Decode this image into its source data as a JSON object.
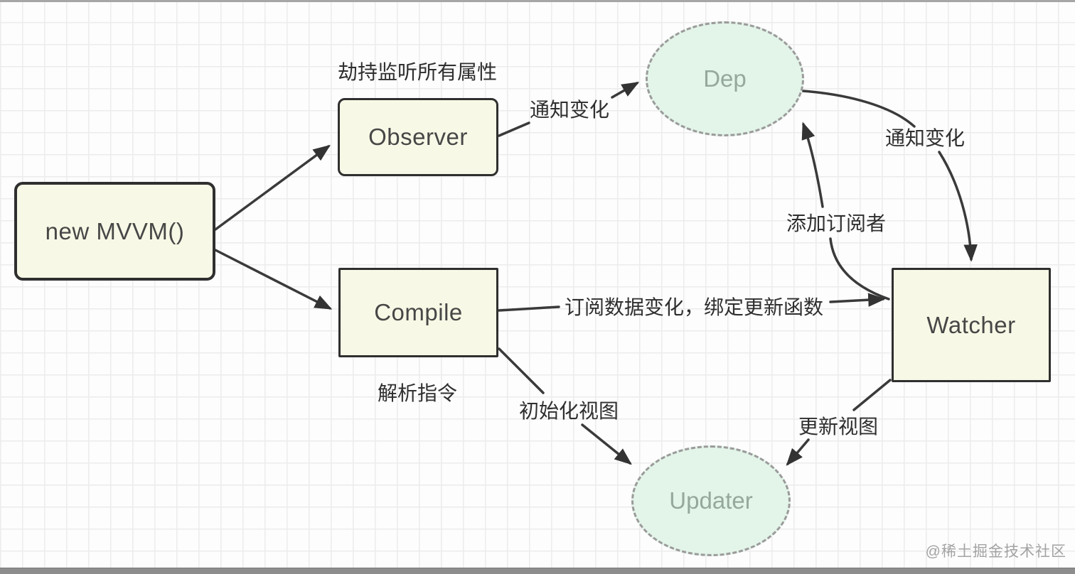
{
  "diagram": {
    "watermark": "@稀土掘金技术社区",
    "nodes": {
      "mvvm": {
        "label": "new MVVM()",
        "shape": "rounded-rect",
        "fill": "#f8f8e6"
      },
      "observer": {
        "label": "Observer",
        "shape": "rounded-rect",
        "fill": "#f8f8e6"
      },
      "compile": {
        "label": "Compile",
        "shape": "rect",
        "fill": "#f8f8e6"
      },
      "dep": {
        "label": "Dep",
        "shape": "dashed-ellipse",
        "fill": "#e3f4e9"
      },
      "watcher": {
        "label": "Watcher",
        "shape": "rect",
        "fill": "#f8f8e6"
      },
      "updater": {
        "label": "Updater",
        "shape": "dashed-ellipse",
        "fill": "#e3f4e9"
      }
    },
    "labels": {
      "hijack": "劫持监听所有属性",
      "notify_change_1": "通知变化",
      "notify_change_2": "通知变化",
      "add_subscriber": "添加订阅者",
      "subscribe_bind": "订阅数据变化，绑定更新函数",
      "parse_directives": "解析指令",
      "init_view": "初始化视图",
      "update_view": "更新视图"
    },
    "edges": [
      {
        "from": "new MVVM()",
        "to": "Observer",
        "label": ""
      },
      {
        "from": "new MVVM()",
        "to": "Compile",
        "label": ""
      },
      {
        "from": "Observer",
        "to": "Dep",
        "label": "通知变化"
      },
      {
        "from": "Dep",
        "to": "Watcher",
        "label": "通知变化"
      },
      {
        "from": "Watcher",
        "to": "Dep",
        "label": "添加订阅者"
      },
      {
        "from": "Compile",
        "to": "Watcher",
        "label": "订阅数据变化，绑定更新函数"
      },
      {
        "from": "Compile",
        "to": "Updater",
        "label": "初始化视图"
      },
      {
        "from": "Watcher",
        "to": "Updater",
        "label": "更新视图"
      }
    ],
    "colors": {
      "box_fill": "#f8f8e6",
      "box_stroke": "#2f2f2f",
      "ellipse_fill": "#e3f4e9",
      "ellipse_stroke": "#9b9b9b",
      "ellipse_text": "#95a89c",
      "arrow": "#3a3a3a",
      "label_text": "#2f2f2f",
      "grid_line": "#ececec",
      "watermark_text": "#a3a3a3"
    }
  }
}
